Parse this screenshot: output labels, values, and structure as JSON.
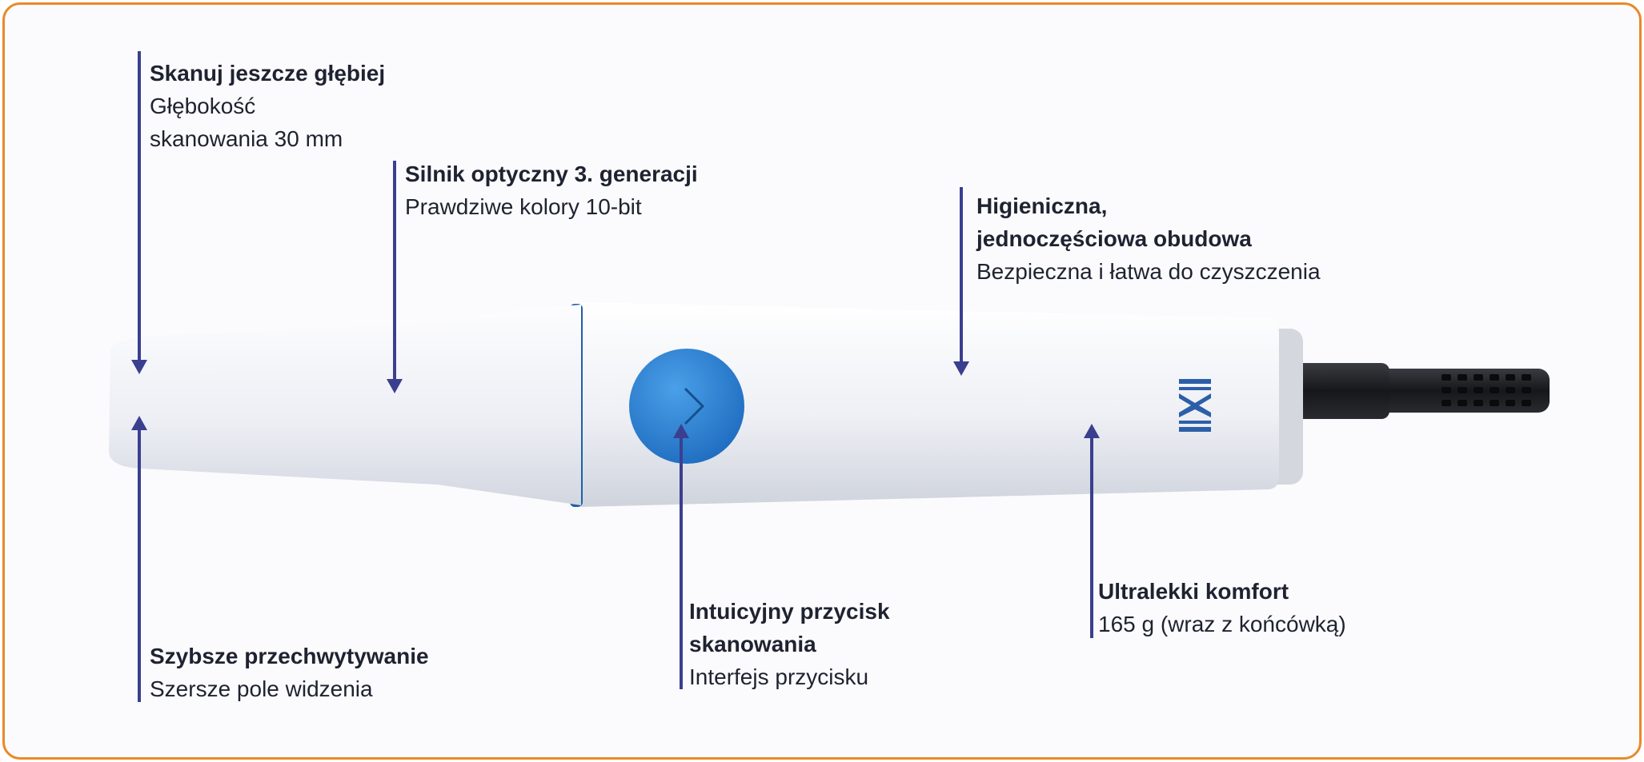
{
  "colors": {
    "frame": "#e8892a",
    "arrow": "#3b3f8f",
    "button": "#2f7fd0",
    "band": "#1f5fa6"
  },
  "callouts": {
    "depth": {
      "title": "Skanuj jeszcze głębiej",
      "desc1": "Głębokość",
      "desc2": "skanowania 30 mm"
    },
    "optics": {
      "title": "Silnik optyczny 3. generacji",
      "desc1": "Prawdziwe kolory 10-bit"
    },
    "housing": {
      "title1": "Higieniczna,",
      "title2": "jednoczęściowa obudowa",
      "desc1": "Bezpieczna i łatwa do czyszczenia"
    },
    "capture": {
      "title": "Szybsze przechwytywanie",
      "desc1": "Szersze pole widzenia"
    },
    "button": {
      "title1": "Intuicyjny przycisk",
      "title2": "skanowania",
      "desc1": "Interfejs przycisku"
    },
    "weight": {
      "title": "Ultralekki komfort",
      "desc1": "165 g (wraz z końcówką)"
    }
  }
}
